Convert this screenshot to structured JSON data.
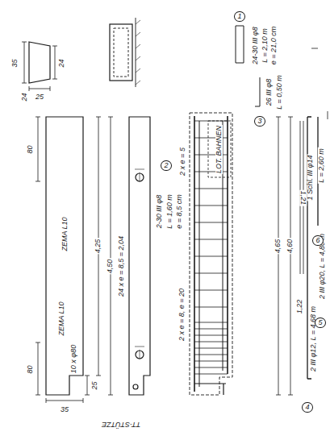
{
  "diagram": {
    "labels": [
      "35",
      "24",
      "24",
      "25",
      "1",
      "24-30 III φ8",
      "L = 2,10 m",
      "e = 21,0 cm",
      "3",
      "26 III φ8",
      "L = 0,50 m",
      "2",
      "2-30 III φ8",
      "L = 1,60 m",
      "e = 8,5 cm",
      "ZEMA L10",
      "ZEMA L10",
      "10 x φ80",
      "80",
      "80",
      "4,25",
      "4,50",
      "25",
      "35",
      "24 x e = 8,5 = 2,04",
      "LOT. BAHNEN",
      "2 x e = 5",
      "2 x e = 8, e = 20",
      "4,65",
      "4,60",
      "1,22",
      "1,21",
      "4",
      "2 III φ12, L = 4,68 m",
      "5",
      "2 III φ20, L = 4,80 m",
      "6",
      "1 Schl. III φ14",
      "L = 2,60 m",
      "TT-STÜTZE"
    ]
  }
}
